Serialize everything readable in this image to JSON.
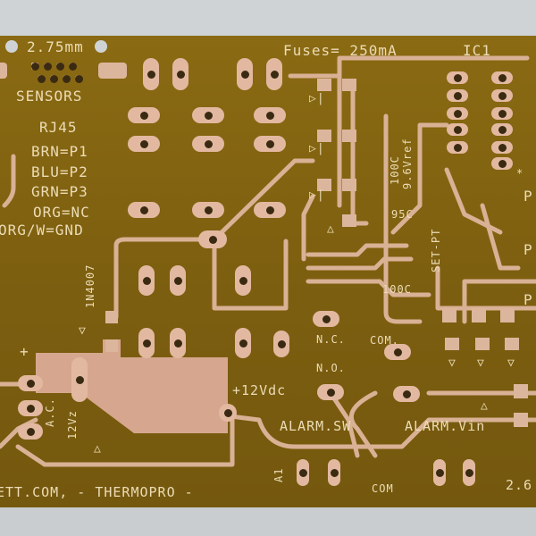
{
  "scene": {
    "subject": "Etched printed circuit board (thermostat controller)",
    "colors": {
      "background": "#cfd3d6",
      "substrate": "#7d5f10",
      "copper": "#dcb69c",
      "silkscreen": "#ecdcb6"
    }
  },
  "labels": {
    "hole_spacing": "2.75mm",
    "sensors": "SENSORS",
    "rj45": "RJ45",
    "pinout": [
      "BRN=P1",
      "BLU=P2",
      "GRN=P3",
      "ORG=NC",
      "ORG/W=GND"
    ],
    "fuses": "Fuses= 250mA",
    "ic1": "IC1",
    "diode_part": "1N4007",
    "vref_100c": "100C",
    "vref": "9.6Vref",
    "setpoint_95c": "95C",
    "setpoint": "SET-PT",
    "setpoint_100c": "100C",
    "nc": "N.C.",
    "com": "COM.",
    "no": "N.O.",
    "plus": "+",
    "ac": "A.C.",
    "ac_voltage": "12Vz",
    "dc_out": "+12Vdc",
    "alarm_sw": "ALARM.SW",
    "alarm_vin": "ALARM.Vin",
    "a1": "A1",
    "com_bottom": "COM",
    "footer": "ETT.COM, - THERMOPRO -",
    "spacing_right": "2.6",
    "p_marks": [
      "P",
      "P",
      "P"
    ],
    "asterisk": "*"
  }
}
